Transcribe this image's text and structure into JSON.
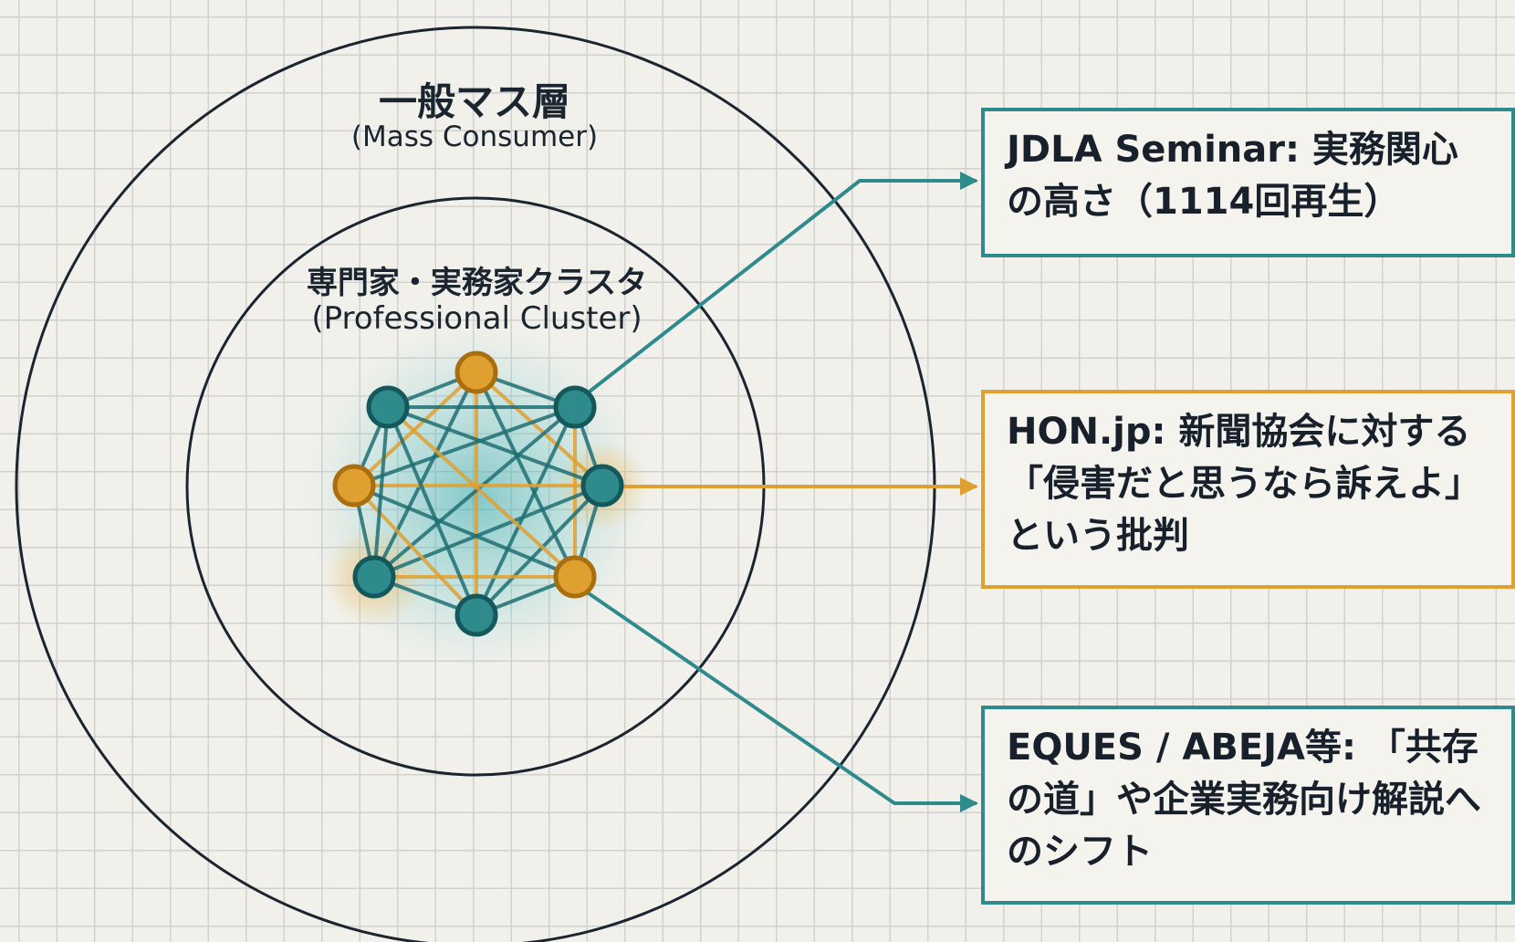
{
  "outer_ring": {
    "title": "一般マス層",
    "subtitle": "(Mass Consumer)"
  },
  "inner_ring": {
    "title": "専門家・実務家クラスタ",
    "subtitle": "(Professional Cluster)"
  },
  "network": {
    "node_colors": [
      "orange",
      "teal",
      "teal",
      "orange",
      "teal",
      "teal",
      "orange",
      "teal"
    ]
  },
  "callouts": [
    {
      "id": "jdla",
      "color": "teal",
      "text": "JDLA Seminar: 実務関心の高さ（1114回再生）"
    },
    {
      "id": "hon",
      "color": "orange",
      "text": "HON.jp: 新聞協会に対する「侵害だと思うなら訴えよ」という批判"
    },
    {
      "id": "eques",
      "color": "teal",
      "text": "EQUES / ABEJA等: 「共存の道」や企業実務向け解説へのシフト"
    }
  ],
  "colors": {
    "teal": "#2f8a8c",
    "orange": "#e0a030",
    "ring": "#1b2530",
    "background": "#f1f0ea"
  }
}
